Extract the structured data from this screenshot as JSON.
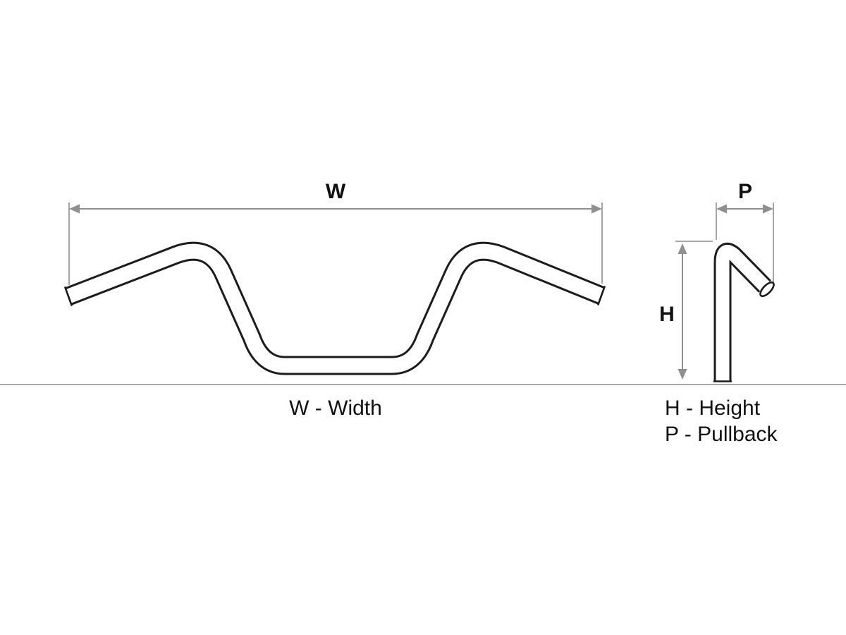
{
  "diagram": {
    "front_view": {
      "width_label": "W"
    },
    "side_view": {
      "height_label": "H",
      "pullback_label": "P"
    },
    "legend": {
      "width": "W - Width",
      "height": "H - Height",
      "pullback": "P - Pullback"
    }
  }
}
